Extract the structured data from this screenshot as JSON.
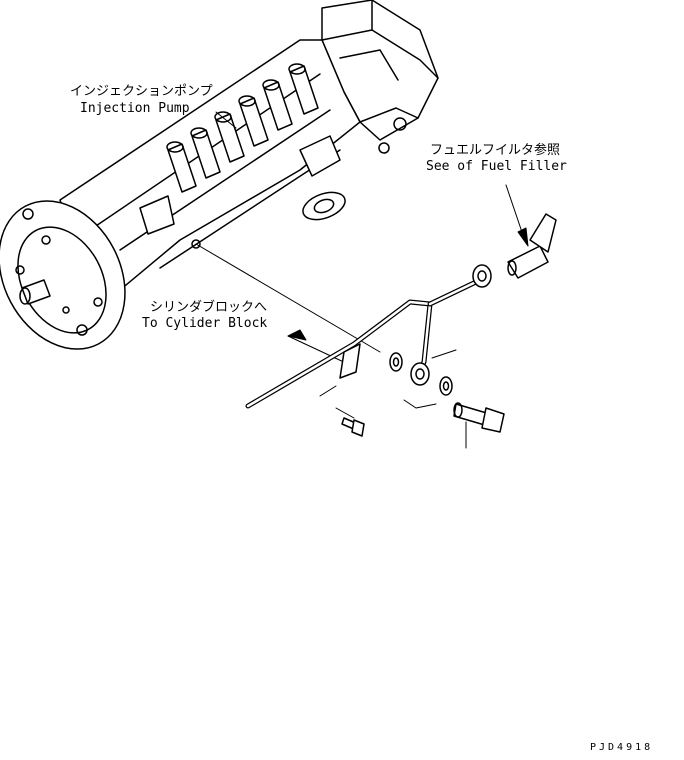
{
  "labels": {
    "injection_pump_jp": "インジェクションポンプ",
    "injection_pump_en": "Injection Pump",
    "fuel_filter_jp": "フュエルフイルタ参照",
    "fuel_filter_en": "See of Fuel Filler",
    "cylinder_block_jp": "シリンダブロックへ",
    "cylinder_block_en": "To Cylider Block"
  },
  "drawing_code": "PJD4918"
}
